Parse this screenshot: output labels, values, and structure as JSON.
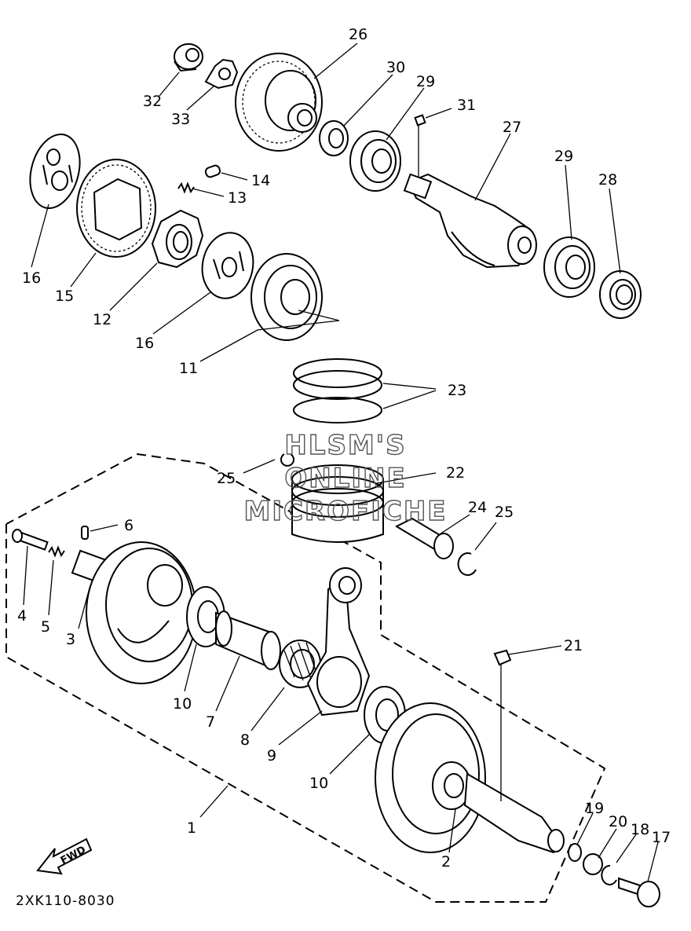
{
  "callouts": {
    "c1": "1",
    "c2": "2",
    "c3": "3",
    "c4": "4",
    "c5": "5",
    "c6": "6",
    "c7": "7",
    "c8": "8",
    "c9": "9",
    "c10a": "10",
    "c10b": "10",
    "c11": "11",
    "c12": "12",
    "c13": "13",
    "c14": "14",
    "c15": "15",
    "c16a": "16",
    "c16b": "16",
    "c17": "17",
    "c18": "18",
    "c19": "19",
    "c20": "20",
    "c21": "21",
    "c22": "22",
    "c23": "23",
    "c24": "24",
    "c25a": "25",
    "c25b": "25",
    "c26": "26",
    "c27": "27",
    "c28": "28",
    "c29a": "29",
    "c29b": "29",
    "c30": "30",
    "c31": "31",
    "c32": "32",
    "c33": "33"
  },
  "watermark": {
    "line1": "HLSM'S",
    "line2": "ONLINE",
    "line3": "MICROFICHE"
  },
  "fwd_label": "FWD",
  "diagram_code": "2XK110-8030"
}
